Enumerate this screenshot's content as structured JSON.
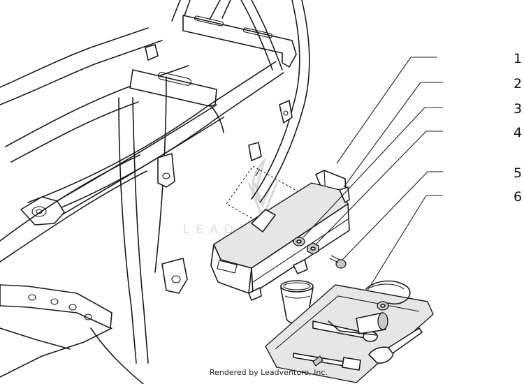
{
  "callouts": [
    "1",
    "2",
    "3",
    "4",
    "5",
    "6"
  ],
  "credit": "Rendered by Leadventure, Inc.",
  "watermark": {
    "text": "LEADVENTURE",
    "color": "#dedede"
  },
  "colors": {
    "line": "#1a1a1a",
    "shade": "#e6e6e6",
    "background": "#ffffff"
  }
}
